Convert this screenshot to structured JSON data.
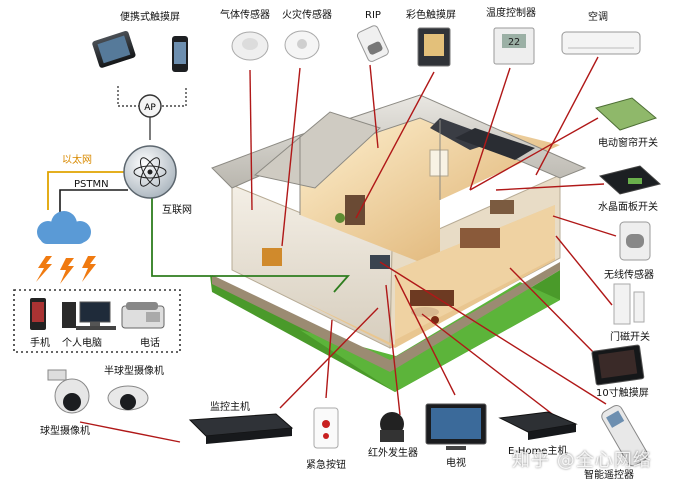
{
  "colors": {
    "link_red": "#b01818",
    "link_green": "#2e7d1f",
    "ethernet": "#e0a400",
    "pstn": "#1a1a1a",
    "cloud": "#5a9ad6",
    "lightning": "#f07a10",
    "roof": "#d4d2cc",
    "lawn": "#4a9a2a"
  },
  "labels": {
    "portable_touchscreen": "便携式触摸屏",
    "gas_sensor": "气体传感器",
    "fire_sensor": "火灾传感器",
    "rip": "RIP",
    "color_touchscreen": "彩色触摸屏",
    "temp_controller": "温度控制器",
    "air_conditioner": "空调",
    "ap": "AP",
    "ethernet": "以太网",
    "pstmn": "PSTMN",
    "internet": "互联网",
    "curtain_switch": "电动窗帘开关",
    "crystal_panel_switch": "水晶面板开关",
    "wireless_sensor": "无线传感器",
    "door_magnet_switch": "门磁开关",
    "touchscreen_10in": "10寸触摸屏",
    "smart_remote": "智能遥控器",
    "mobile_phone": "手机",
    "personal_computer": "个人电脑",
    "telephone": "电话",
    "half_dome_camera": "半球型摄像机",
    "dome_camera": "球型摄像机",
    "monitor_host": "监控主机",
    "emergency_button": "紧急按钮",
    "ir_transmitter": "红外发生器",
    "tv": "电视",
    "ehome_gateway": "E-Home主机"
  },
  "watermark": "知乎 @全心网络",
  "ap_text": "AP"
}
